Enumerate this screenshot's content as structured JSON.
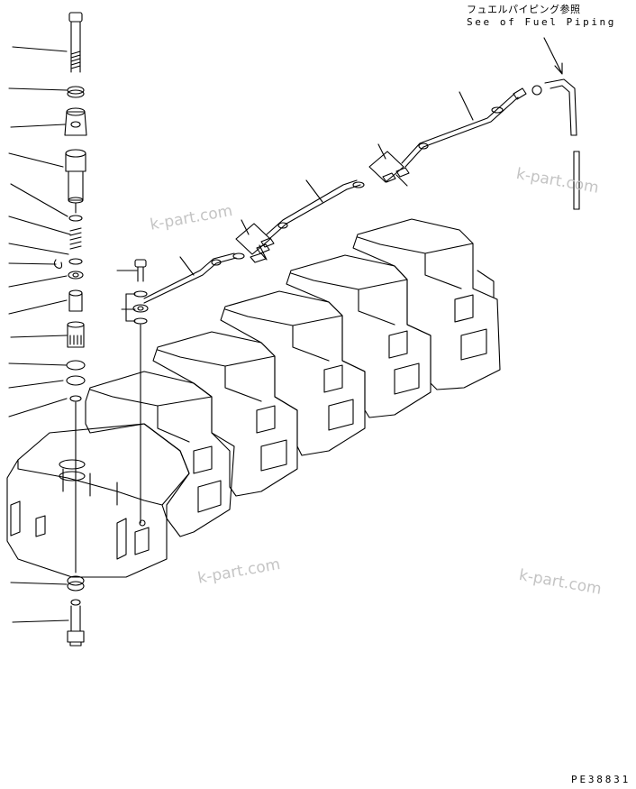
{
  "reference_note": {
    "japanese": "フュエルパイピング参照",
    "english": "See of Fuel Piping"
  },
  "drawing_code": "PE38831",
  "watermarks": [
    "k-part.com",
    "k-part.com",
    "k-part.com",
    "k-part.com"
  ],
  "colors": {
    "line": "#000000",
    "watermark": "#c4c4c4",
    "background": "#ffffff"
  }
}
